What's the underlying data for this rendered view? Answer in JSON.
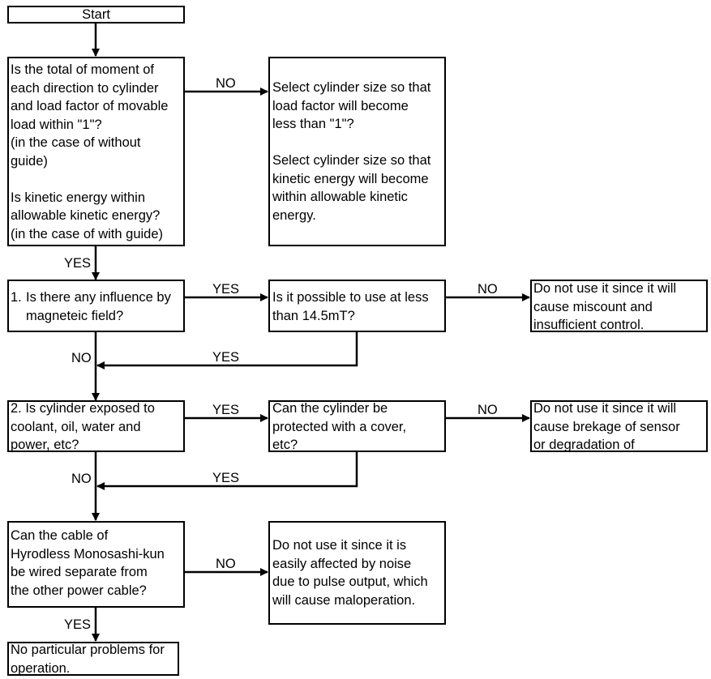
{
  "start": "Start",
  "q1": {
    "text": "Is the total of moment of\neach direction to cylinder\nand load factor of movable\nload within \"1\"?\n(in the case of without\nguide)\n\nIs kinetic energy within\nallowable kinetic energy?\n(in the case of with guide)",
    "no_label": "NO",
    "yes_label": "YES"
  },
  "a1": {
    "text": "Select cylinder size so that\nload factor will become\nless than \"1\"?\n\nSelect cylinder size so that\nkinetic energy will become\nwithin allowable kinetic\nenergy."
  },
  "q2": {
    "num": "1.",
    "text": "Is there any influence by\nmagneteic field?",
    "yes_label": "YES",
    "no_label": "NO"
  },
  "q2b": {
    "text": "Is it possible to use at less\nthan 14.5mT?",
    "no_label": "NO",
    "yes_label": "YES"
  },
  "a2": {
    "text": "Do not use it since it will\ncause miscount and\ninsufficient control."
  },
  "q3": {
    "text": "2. Is cylinder exposed to\ncoolant, oil, water and\npower, etc?",
    "yes_label": "YES",
    "no_label": "NO"
  },
  "q3b": {
    "text": "Can the cylinder be\nprotected with a cover,\netc?",
    "no_label": "NO",
    "yes_label": "YES"
  },
  "a3": {
    "text": "Do not use it since it will\ncause brekage of sensor\nor degradation of"
  },
  "q4": {
    "text": "Can the cable of\nHyrodless Monosashi-kun\nbe wired separate from\nthe other power cable?",
    "no_label": "NO",
    "yes_label": "YES"
  },
  "a4": {
    "text": "Do not use it since it is\neasily affected by noise\ndue to pulse output, which\nwill cause maloperation."
  },
  "end": {
    "text": "No particular problems for\noperation."
  }
}
